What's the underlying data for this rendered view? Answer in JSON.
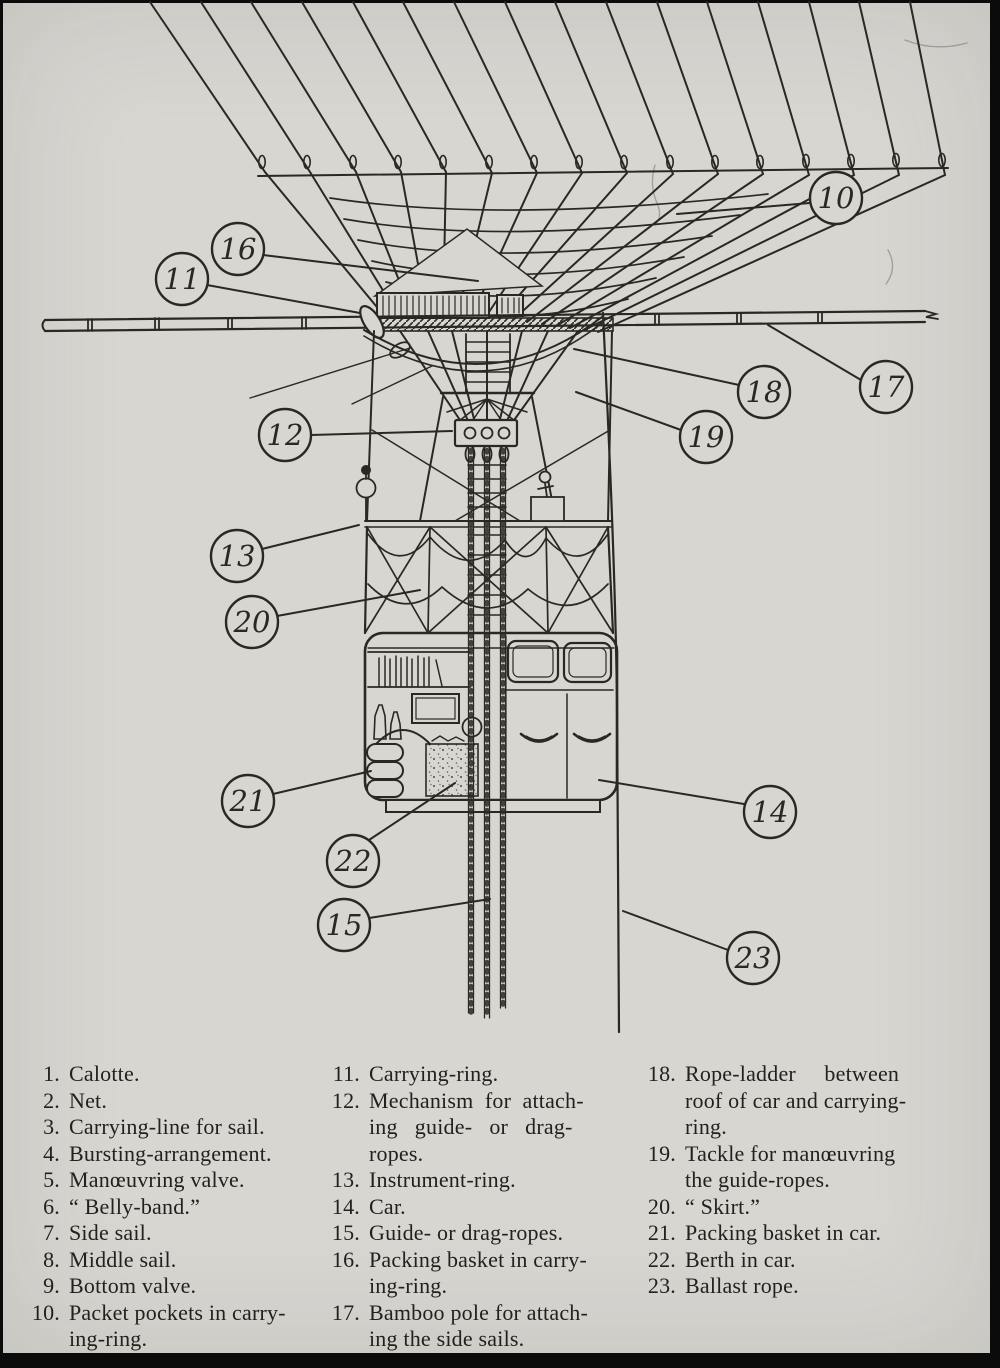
{
  "callouts": {
    "c10": "10",
    "c11": "11",
    "c12": "12",
    "c13": "13",
    "c14": "14",
    "c15": "15",
    "c16": "16",
    "c17": "17",
    "c18": "18",
    "c19": "19",
    "c20": "20",
    "c21": "21",
    "c22": "22",
    "c23": "23"
  },
  "legend": {
    "col1": [
      {
        "n": "1.",
        "t": "Calotte."
      },
      {
        "n": "2.",
        "t": "Net."
      },
      {
        "n": "3.",
        "t": "Carrying-line for sail."
      },
      {
        "n": "4.",
        "t": "Bursting-arrangement."
      },
      {
        "n": "5.",
        "t": "Manœuvring valve."
      },
      {
        "n": "6.",
        "t": "“ Belly-band.”"
      },
      {
        "n": "7.",
        "t": "Side sail."
      },
      {
        "n": "8.",
        "t": "Middle sail."
      },
      {
        "n": "9.",
        "t": "Bottom valve."
      },
      {
        "n": "10.",
        "t": "Packet pockets in carry-\ning-ring."
      }
    ],
    "col2": [
      {
        "n": "11.",
        "t": "Carrying-ring."
      },
      {
        "n": "12.",
        "t": "Mechanism  for  attach-\ning   guide-   or   drag-\nropes."
      },
      {
        "n": "13.",
        "t": "Instrument-ring."
      },
      {
        "n": "14.",
        "t": "Car."
      },
      {
        "n": "15.",
        "t": "Guide- or drag-ropes."
      },
      {
        "n": "16.",
        "t": "Packing basket in carry-\ning-ring."
      },
      {
        "n": "17.",
        "t": "Bamboo pole for attach-\ning the side sails."
      }
    ],
    "col3": [
      {
        "n": "18.",
        "t": "Rope-ladder     between\nroof of car and carrying-\nring."
      },
      {
        "n": "19.",
        "t": "Tackle for manœuvring\nthe guide-ropes."
      },
      {
        "n": "20.",
        "t": "“ Skirt.”"
      },
      {
        "n": "21.",
        "t": "Packing basket in car."
      },
      {
        "n": "22.",
        "t": "Berth in car."
      },
      {
        "n": "23.",
        "t": "Ballast rope."
      }
    ]
  }
}
